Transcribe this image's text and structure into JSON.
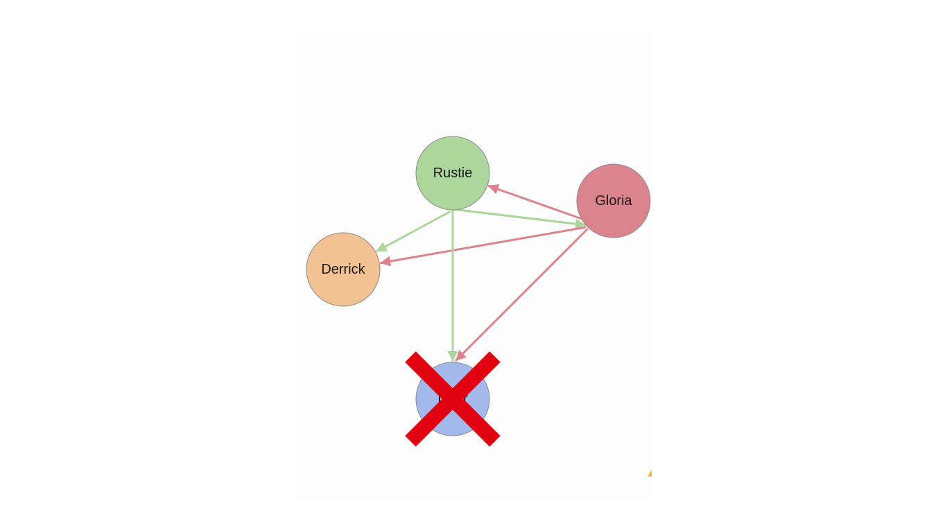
{
  "nodes": [
    {
      "id": "rustie",
      "label": "Rustie",
      "color": "#acd69c"
    },
    {
      "id": "gloria",
      "label": "Gloria",
      "color": "#dc848e"
    },
    {
      "id": "derrick",
      "label": "Derrick",
      "color": "#f2c292"
    },
    {
      "id": "hidden",
      "label": "D    r",
      "color": "#a3b9ec",
      "crossed_out": true
    }
  ],
  "edges": [
    {
      "from": "gloria",
      "to": "rustie",
      "color": "#dc848e"
    },
    {
      "from": "rustie",
      "to": "gloria",
      "color": "#acd69c"
    },
    {
      "from": "rustie",
      "to": "derrick",
      "color": "#acd69c"
    },
    {
      "from": "gloria",
      "to": "derrick",
      "color": "#dc848e"
    },
    {
      "from": "rustie",
      "to": "hidden",
      "color": "#acd69c"
    },
    {
      "from": "gloria",
      "to": "hidden",
      "color": "#dc848e"
    }
  ],
  "cross_color": "#e00010"
}
